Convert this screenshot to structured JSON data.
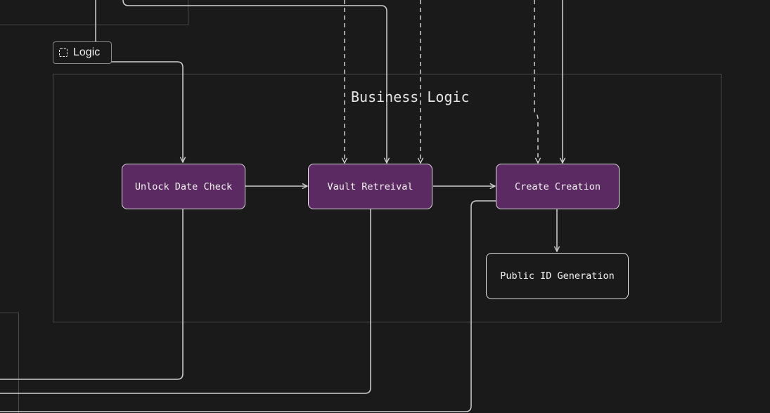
{
  "group": {
    "title": "Business Logic"
  },
  "badge": {
    "label": "Logic",
    "icon": "dashed-square-icon"
  },
  "nodes": {
    "unlock": "Unlock Date Check",
    "vault": "Vault Retreival",
    "create": "Create Creation",
    "public_id": "Public ID Generation"
  },
  "colors": {
    "background": "#1a1a1a",
    "node_fill": "#5c2a62",
    "node_border": "#dedede",
    "edge": "#d0d0d0",
    "frame": "#4a4a4a"
  }
}
